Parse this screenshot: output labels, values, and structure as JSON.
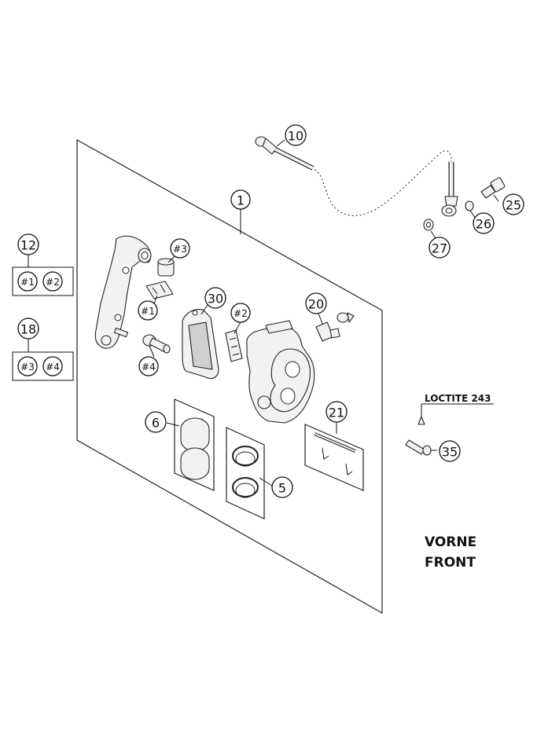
{
  "callouts": {
    "c1": "1",
    "c5": "5",
    "c6": "6",
    "c10": "10",
    "c12": "12",
    "c18": "18",
    "c20": "20",
    "c21": "21",
    "c25": "25",
    "c26": "26",
    "c27": "27",
    "c30": "30",
    "c35": "35"
  },
  "refs": {
    "h1": "#1",
    "h2": "#2",
    "h3": "#3",
    "h4": "#4"
  },
  "labels": {
    "loctite": "LOCTITE 243",
    "vorne": "VORNE",
    "front": "FRONT"
  }
}
